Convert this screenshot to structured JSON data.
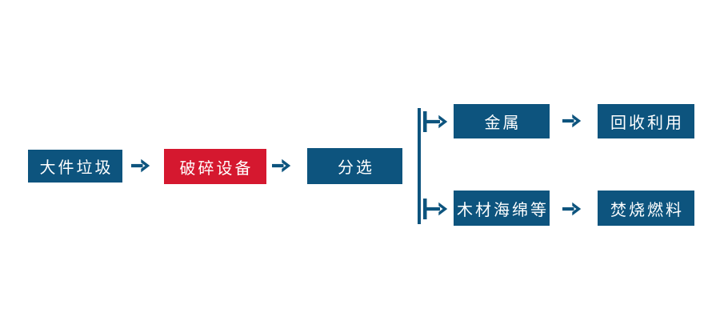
{
  "colors": {
    "box_blue": "#0D547E",
    "box_red": "#D5182F",
    "text_white": "#FFFFFF",
    "background": "#FFFFFF"
  },
  "flow": {
    "nodes": {
      "bulky_waste": "大件垃圾",
      "crushing_equipment": "破碎设备",
      "sorting": "分选",
      "metal": "金属",
      "recycling": "回收利用",
      "wood_sponge_etc": "木材海绵等",
      "incineration_fuel": "焚烧燃料"
    },
    "edges": [
      {
        "from": "bulky_waste",
        "to": "crushing_equipment"
      },
      {
        "from": "crushing_equipment",
        "to": "sorting"
      },
      {
        "from": "sorting",
        "to": "metal"
      },
      {
        "from": "sorting",
        "to": "wood_sponge_etc"
      },
      {
        "from": "metal",
        "to": "recycling"
      },
      {
        "from": "wood_sponge_etc",
        "to": "incineration_fuel"
      }
    ],
    "icons": {
      "arrow_right": "→",
      "branch_arrow": "↦"
    }
  }
}
